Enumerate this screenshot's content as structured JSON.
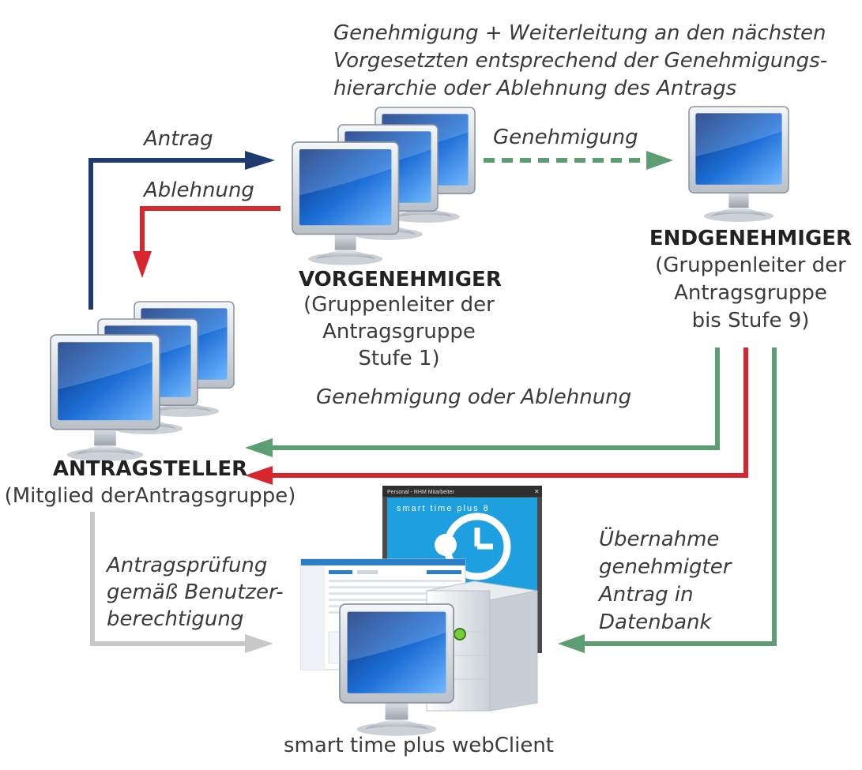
{
  "top_note": [
    "Genehmigung + Weiterleitung an den nächsten",
    "Vorgesetzten entsprechend der Genehmigungs-",
    "hierarchie oder Ablehnung des Antrags"
  ],
  "arrow_labels": {
    "antrag": "Antrag",
    "ablehnung": "Ablehnung",
    "genehmigung": "Genehmigung",
    "genehmigung_oder_ablehnung": "Genehmigung oder Ablehnung",
    "pruefung": [
      "Antragsprüfung",
      "gemäß Benutzer-",
      "berechtigung"
    ],
    "uebernahme": [
      "Übernahme",
      "genehmigter",
      "Antrag in",
      "Datenbank"
    ]
  },
  "nodes": {
    "vorgenehmiger": {
      "title": "VORGENEHMIGER",
      "subtitle": [
        "(Gruppenleiter der",
        "Antragsgruppe",
        "Stufe 1)"
      ]
    },
    "endgenehmiger": {
      "title": "ENDGENEHMIGER",
      "subtitle": [
        "(Gruppenleiter der",
        "Antragsgruppe",
        "bis Stufe 9)"
      ]
    },
    "antragsteller": {
      "title": "ANTRAGSTELLER",
      "subtitle": "(Mitglied derAntragsgruppe)"
    },
    "webclient": {
      "title": "smart time plus webClient",
      "app_window_title": "Personal - RHM Mitarbeiter",
      "app_brand": "smart time plus 8"
    }
  },
  "colors": {
    "navy": "#1f3a6e",
    "red": "#d7262e",
    "green": "#5a9e72",
    "gray": "#c8c8c8",
    "screen_blue": "#1a6fd1"
  }
}
